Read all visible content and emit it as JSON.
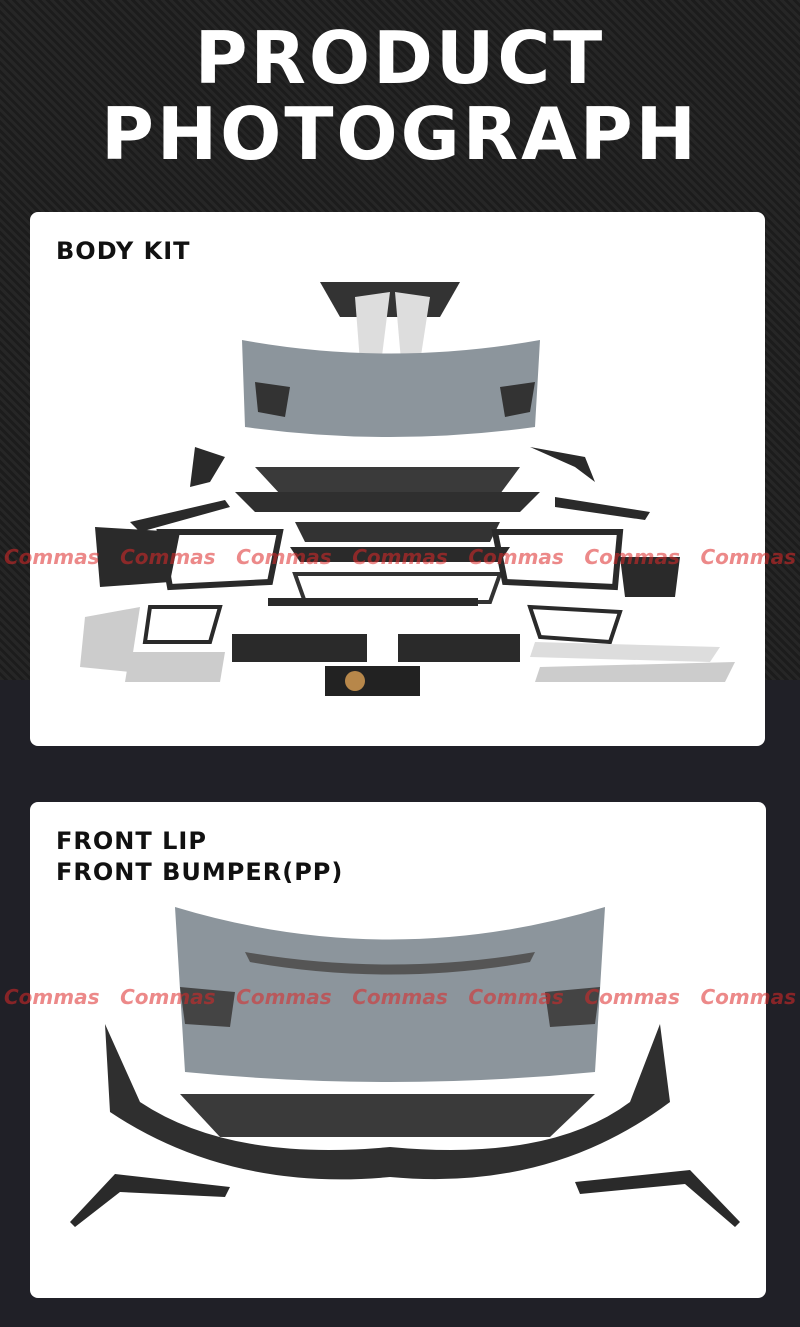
{
  "header": {
    "line1": "PRODUCT",
    "line2": "PHOTOGRAPH"
  },
  "cards": [
    {
      "title_lines": [
        "BODY KIT"
      ]
    },
    {
      "title_lines": [
        "FRONT LIP",
        "FRONT BUMPER(PP)"
      ]
    }
  ],
  "watermark": "Commas",
  "colors": {
    "bumper": "#8c959c",
    "parts": "#2a2a2a",
    "card": "#ffffff",
    "background": "#1f1f24"
  }
}
